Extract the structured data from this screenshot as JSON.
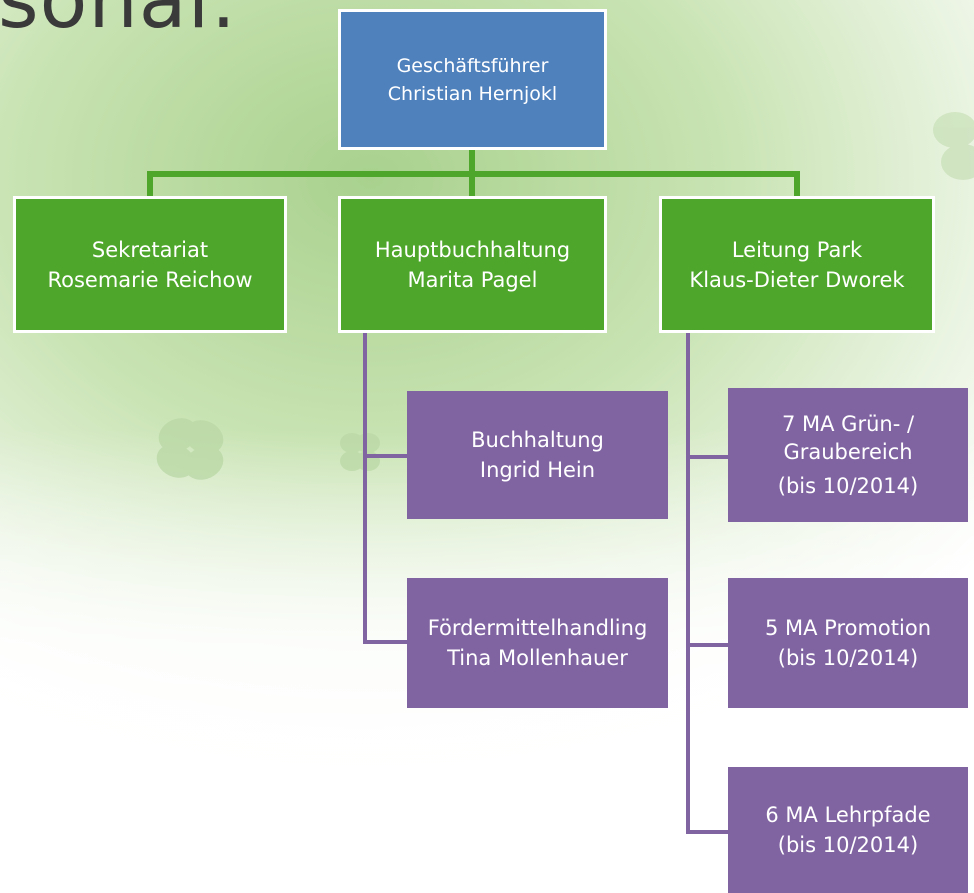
{
  "slide": {
    "title_fragment": "sonal:"
  },
  "org_chart": {
    "ceo": {
      "role": "Geschäftsführer",
      "name": "Christian Hernjokl"
    },
    "managers": [
      {
        "role": "Sekretariat",
        "name": "Rosemarie Reichow"
      },
      {
        "role": "Hauptbuchhaltung",
        "name": "Marita Pagel"
      },
      {
        "role": "Leitung Park",
        "name": "Klaus-Dieter Dworek"
      }
    ],
    "accounting_staff": [
      {
        "line1": "Buchhaltung",
        "line2": "Ingrid Hein"
      },
      {
        "line1": "Fördermittelhandling",
        "line2": "Tina Mollenhauer"
      }
    ],
    "park_staff": [
      {
        "line1": "7 MA Grün- /",
        "line2": "Graubereich",
        "line3": "(bis 10/2014)"
      },
      {
        "line1": "5 MA Promotion",
        "line2": "(bis 10/2014)"
      },
      {
        "line1": "6 MA Lehrpfade",
        "line2": "(bis 10/2014)"
      }
    ]
  },
  "colors": {
    "ceo_box": "#4f81bd",
    "manager_box": "#4ea72a",
    "staff_box": "#8064a2",
    "connector_green": "#4ea72a",
    "connector_purple": "#8064a2"
  }
}
